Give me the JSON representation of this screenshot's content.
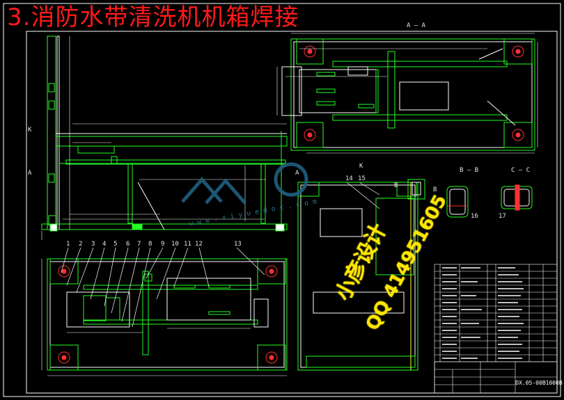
{
  "drawing": {
    "title": "3.消防水带清洗机机箱焊接",
    "drawing_number": "DX.05-00B1000B"
  },
  "views": {
    "section_aa": "A — A",
    "section_bb": "B — B",
    "section_cc": "C — C",
    "marker_k": "K",
    "marker_a": "A",
    "marker_b": "B"
  },
  "part_balloons": [
    "1",
    "2",
    "3",
    "4",
    "5",
    "6",
    "7",
    "8",
    "9",
    "10",
    "11",
    "12",
    "13",
    "14",
    "15",
    "16",
    "17"
  ],
  "watermark": {
    "name": "小彦设计",
    "qq": "QQ 414951605",
    "url": "www.xiyuedoc.com"
  },
  "colors": {
    "background": "#000000",
    "outline": "#22ff22",
    "frame": "#ffffff",
    "dimension": "#ffffff",
    "title": "#ff1a1a",
    "hidden": "#ffff33",
    "section": "#ff3030",
    "watermark": "#ffe600",
    "logo": "#1f5f80"
  }
}
